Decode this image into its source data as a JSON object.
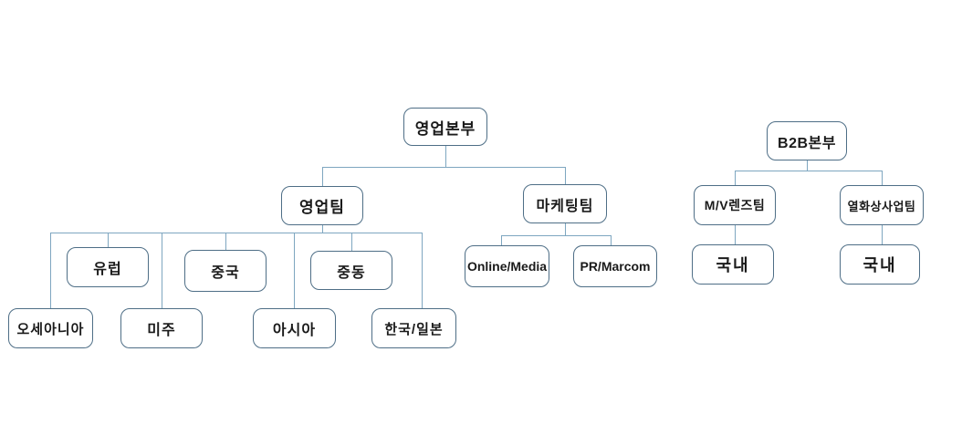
{
  "diagram": {
    "type": "org-chart",
    "colors": {
      "background": "#ffffff",
      "box_fill": "#ffffff",
      "box_border": "#4e6e86",
      "connector_line": "#7ea6c0",
      "text": "#1a1a1a"
    }
  },
  "nodes": [
    {
      "id": "sales-hq",
      "label": "영업본부",
      "parent": null
    },
    {
      "id": "sales-team",
      "label": "영업팀",
      "parent": "sales-hq"
    },
    {
      "id": "marketing-team",
      "label": "마케팅팀",
      "parent": "sales-hq"
    },
    {
      "id": "europe",
      "label": "유럽",
      "parent": "sales-team"
    },
    {
      "id": "china",
      "label": "중국",
      "parent": "sales-team"
    },
    {
      "id": "middle-east",
      "label": "중동",
      "parent": "sales-team"
    },
    {
      "id": "oceania",
      "label": "오세아니아",
      "parent": "sales-team"
    },
    {
      "id": "americas",
      "label": "미주",
      "parent": "sales-team"
    },
    {
      "id": "asia",
      "label": "아시아",
      "parent": "sales-team"
    },
    {
      "id": "korea-japan",
      "label": "한국/일본",
      "parent": "sales-team"
    },
    {
      "id": "online-media",
      "label": "Online/Media",
      "parent": "marketing-team"
    },
    {
      "id": "pr-marcom",
      "label": "PR/Marcom",
      "parent": "marketing-team"
    },
    {
      "id": "b2b-hq",
      "label": "B2B본부",
      "parent": null
    },
    {
      "id": "mv-lens-team",
      "label": "M/V렌즈팀",
      "parent": "b2b-hq"
    },
    {
      "id": "thermal-imaging-team",
      "label": "열화상사업팀",
      "parent": "b2b-hq"
    },
    {
      "id": "domestic-mv",
      "label": "국내",
      "parent": "mv-lens-team"
    },
    {
      "id": "domestic-thermal",
      "label": "국내",
      "parent": "thermal-imaging-team"
    }
  ]
}
